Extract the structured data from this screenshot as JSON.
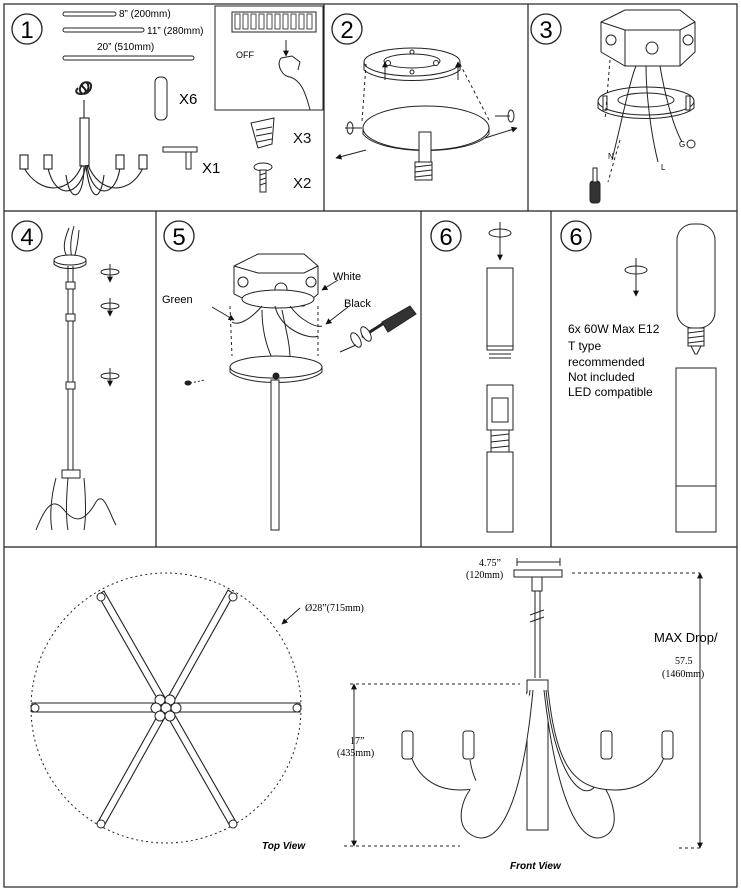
{
  "steps": {
    "s1": "1",
    "s2": "2",
    "s3": "3",
    "s4": "4",
    "s5": "5",
    "s6a": "6",
    "s6b": "6"
  },
  "rods": {
    "r1": "8” (200mm)",
    "r2": "11” (280mm)",
    "r3": "20” (510mm)"
  },
  "parts": {
    "spacer_qty": "X6",
    "tbar_qty": "X1",
    "wirenut_qty": "X3",
    "screw_qty": "X2"
  },
  "switch_label": "OFF",
  "wires": {
    "n": "N",
    "l": "L",
    "g": "G",
    "green": "Green",
    "white": "White",
    "black": "Black"
  },
  "bulb": {
    "line1": "6x 60W Max E12",
    "line2": "T type",
    "line3": "recommended",
    "line4": "Not included",
    "line5": "LED compatible"
  },
  "dims": {
    "canopy": "4.75”",
    "canopy_mm": "(120mm)",
    "diameter": "Ø28”(715mm)",
    "max_drop": "MAX Drop/",
    "max_drop_val": "57.5",
    "max_drop_mm": "(1460mm)",
    "height": "17”",
    "height_mm": "(435mm)"
  },
  "views": {
    "top": "Top View",
    "front": "Front View"
  }
}
